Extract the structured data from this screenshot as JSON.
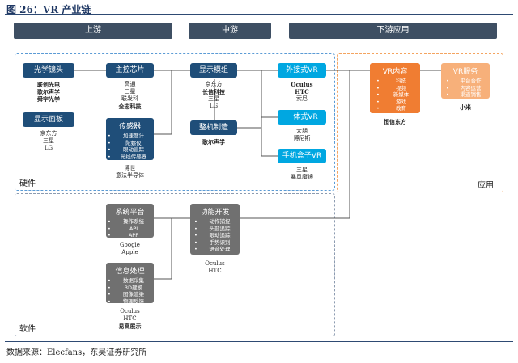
{
  "figure": {
    "title": "图 26：VR 产业链",
    "source": "数据来源：Elecfans，东吴证券研究所"
  },
  "phases": {
    "upstream": "上游",
    "midstream": "中游",
    "downstream": "下游应用"
  },
  "regions": {
    "hardware": "硬件",
    "application": "应用",
    "software": "软件"
  },
  "nodes": {
    "optical": {
      "label": "光学镜头",
      "items": [
        "联创光电",
        "歌尔声学",
        "舜宇光学"
      ]
    },
    "display_panel": {
      "label": "显示面板",
      "items": [
        "京东方",
        "三星",
        "LG"
      ]
    },
    "chip": {
      "label": "主控芯片",
      "items": [
        "高通",
        "三星",
        "联发科",
        "全志科技"
      ]
    },
    "sensor": {
      "label": "传感器",
      "bullets": [
        "加速度计",
        "陀螺仪",
        "眼动追踪",
        "光线传感器"
      ],
      "items": [
        "博世",
        "意法半导体"
      ]
    },
    "display_module": {
      "label": "显示模组",
      "items": [
        "京东方",
        "长信科技",
        "三星",
        "LG"
      ]
    },
    "assembly": {
      "label": "整机制造",
      "items": [
        "歌尔声学"
      ]
    },
    "external_vr": {
      "label": "外接式VR",
      "items": [
        "Oculus",
        "HTC",
        "索尼"
      ]
    },
    "aio_vr": {
      "label": "一体式VR",
      "items": [
        "大朋",
        "博尼斯"
      ]
    },
    "mobile_vr": {
      "label": "手机盒子VR",
      "items": [
        "三星",
        "暴风魔镜"
      ]
    },
    "vr_content": {
      "label": "VR内容",
      "bullets": [
        "科技",
        "视频",
        "新媒体",
        "游戏",
        "教育"
      ],
      "items": [
        "恒信东方"
      ]
    },
    "vr_service": {
      "label": "VR服务",
      "bullets": [
        "平台合作",
        "内容运营",
        "渠道销售"
      ],
      "items": [
        "小米"
      ]
    },
    "system_platform": {
      "label": "系统平台",
      "bullets": [
        "操作系统",
        "API",
        "APP"
      ],
      "items": [
        "Google",
        "Apple"
      ]
    },
    "info_processing": {
      "label": "信息处理",
      "bullets": [
        "数据采集",
        "3D建模",
        "图像渲染",
        "物理反馈"
      ],
      "items": [
        "Oculus",
        "HTC",
        "易高展示"
      ]
    },
    "function_dev": {
      "label": "功能开发",
      "bullets": [
        "动作捕捉",
        "头部追踪",
        "眼动追踪",
        "手势识别",
        "语音处理"
      ],
      "items": [
        "Oculus",
        "HTC"
      ]
    }
  },
  "colors": {
    "upstream_box": "#1f4e79",
    "vr_product": "#00a7e1",
    "content": "#f07d32",
    "service": "#f7b07a",
    "software_box": "#707070",
    "phase_bar": "#3e4f63"
  }
}
